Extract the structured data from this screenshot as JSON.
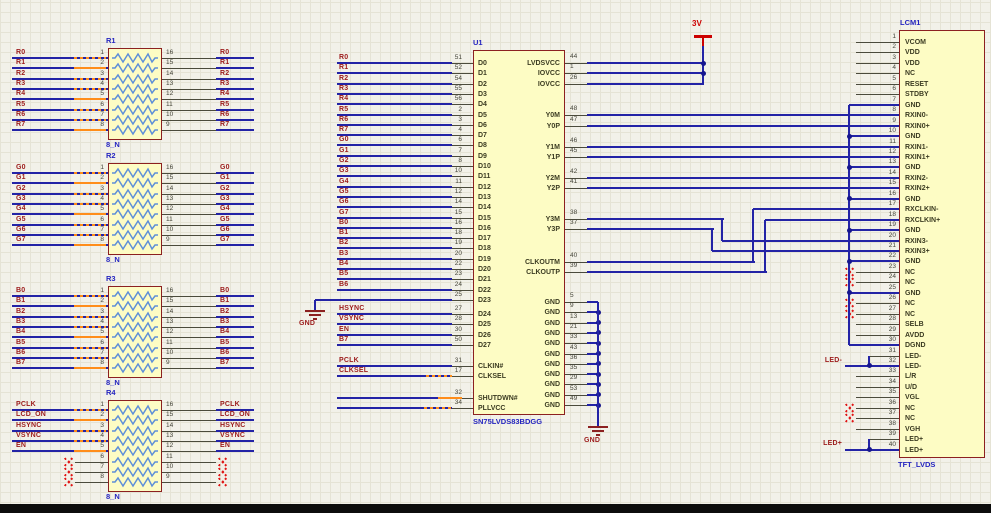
{
  "power": {
    "v3": "3V",
    "gnd": "GND"
  },
  "labels": {
    "led_minus": "LED-",
    "led_plus": "LED+"
  },
  "networks": {
    "pin_left": [
      "1",
      "2",
      "3",
      "4",
      "5",
      "6",
      "7",
      "8"
    ],
    "pin_right": [
      "16",
      "15",
      "14",
      "13",
      "12",
      "11",
      "10",
      "9"
    ],
    "items": [
      {
        "designator": "R1",
        "value": "8_N",
        "left": [
          "R0",
          "R1",
          "R2",
          "R3",
          "R4",
          "R5",
          "R6",
          "R7"
        ],
        "right": [
          "R0",
          "R1",
          "R2",
          "R3",
          "R4",
          "R5",
          "R6",
          "R7"
        ]
      },
      {
        "designator": "R2",
        "value": "8_N",
        "left": [
          "G0",
          "G1",
          "G2",
          "G3",
          "G4",
          "G5",
          "G6",
          "G7"
        ],
        "right": [
          "G0",
          "G1",
          "G2",
          "G3",
          "G4",
          "G5",
          "G6",
          "G7"
        ]
      },
      {
        "designator": "R3",
        "value": "8_N",
        "left": [
          "B0",
          "B1",
          "B2",
          "B3",
          "B4",
          "B5",
          "B6",
          "B7"
        ],
        "right": [
          "B0",
          "B1",
          "B2",
          "B3",
          "B4",
          "B5",
          "B6",
          "B7"
        ]
      },
      {
        "designator": "R4",
        "value": "8_N",
        "left": [
          "PCLK",
          "LCD_ON",
          "HSYNC",
          "VSYNC",
          "EN",
          "",
          "",
          ""
        ],
        "right": [
          "PCLK",
          "LCD_ON",
          "HSYNC",
          "VSYNC",
          "EN",
          "",
          "",
          ""
        ]
      }
    ]
  },
  "u1": {
    "designator": "U1",
    "part": "SN75LVDS83BDGG",
    "data_pins": [
      {
        "n": "51",
        "pin": "D0",
        "net": "R0"
      },
      {
        "n": "52",
        "pin": "D1",
        "net": "R1"
      },
      {
        "n": "54",
        "pin": "D2",
        "net": "R2"
      },
      {
        "n": "55",
        "pin": "D3",
        "net": "R3"
      },
      {
        "n": "56",
        "pin": "D4",
        "net": "R4"
      },
      {
        "n": "2",
        "pin": "D5",
        "net": "R5"
      },
      {
        "n": "3",
        "pin": "D6",
        "net": "R6"
      },
      {
        "n": "4",
        "pin": "D7",
        "net": "R7"
      },
      {
        "n": "6",
        "pin": "D8",
        "net": "G0"
      },
      {
        "n": "7",
        "pin": "D9",
        "net": "G1"
      },
      {
        "n": "8",
        "pin": "D10",
        "net": "G2"
      },
      {
        "n": "10",
        "pin": "D11",
        "net": "G3"
      },
      {
        "n": "11",
        "pin": "D12",
        "net": "G4"
      },
      {
        "n": "12",
        "pin": "D13",
        "net": "G5"
      },
      {
        "n": "14",
        "pin": "D14",
        "net": "G6"
      },
      {
        "n": "15",
        "pin": "D15",
        "net": "G7"
      },
      {
        "n": "16",
        "pin": "D16",
        "net": "B0"
      },
      {
        "n": "18",
        "pin": "D17",
        "net": "B1"
      },
      {
        "n": "19",
        "pin": "D18",
        "net": "B2"
      },
      {
        "n": "20",
        "pin": "D19",
        "net": "B3"
      },
      {
        "n": "22",
        "pin": "D20",
        "net": "B4"
      },
      {
        "n": "23",
        "pin": "D21",
        "net": "B5"
      },
      {
        "n": "24",
        "pin": "D22",
        "net": "B6"
      },
      {
        "n": "25",
        "pin": "D23",
        "net": ""
      },
      {
        "n": "27",
        "pin": "D24",
        "net": "HSYNC"
      },
      {
        "n": "28",
        "pin": "D25",
        "net": "VSYNC"
      },
      {
        "n": "30",
        "pin": "D26",
        "net": "EN"
      },
      {
        "n": "50",
        "pin": "D27",
        "net": "B7"
      }
    ],
    "ctrl_pins": [
      {
        "n": "31",
        "pin": "CLKIN#",
        "net": "PCLK"
      },
      {
        "n": "17",
        "pin": "CLKSEL",
        "net": "CLKSEL"
      },
      {
        "n": "32",
        "pin": "SHUTDWN#",
        "net": ""
      },
      {
        "n": "34",
        "pin": "PLLVCC",
        "net": ""
      }
    ],
    "pwr_pins": [
      {
        "n": "44",
        "pin": "LVDSVCC"
      },
      {
        "n": "1",
        "pin": "IOVCC"
      },
      {
        "n": "26",
        "pin": "IOVCC"
      }
    ],
    "out_pins": [
      {
        "n": "48",
        "pin": "Y0M"
      },
      {
        "n": "47",
        "pin": "Y0P"
      },
      {
        "n": "46",
        "pin": "Y1M"
      },
      {
        "n": "45",
        "pin": "Y1P"
      },
      {
        "n": "42",
        "pin": "Y2M"
      },
      {
        "n": "41",
        "pin": "Y2P"
      },
      {
        "n": "38",
        "pin": "Y3M"
      },
      {
        "n": "37",
        "pin": "Y3P"
      },
      {
        "n": "40",
        "pin": "CLKOUTM"
      },
      {
        "n": "39",
        "pin": "CLKOUTP"
      }
    ],
    "gnd_pins": [
      {
        "n": "5",
        "pin": "GND"
      },
      {
        "n": "9",
        "pin": "GND"
      },
      {
        "n": "13",
        "pin": "GND"
      },
      {
        "n": "21",
        "pin": "GND"
      },
      {
        "n": "33",
        "pin": "GND"
      },
      {
        "n": "43",
        "pin": "GND"
      },
      {
        "n": "36",
        "pin": "GND"
      },
      {
        "n": "35",
        "pin": "GND"
      },
      {
        "n": "29",
        "pin": "GND"
      },
      {
        "n": "53",
        "pin": "GND"
      },
      {
        "n": "49",
        "pin": "GND"
      }
    ]
  },
  "connector": {
    "designator": "LCM1",
    "part": "TFT_LVDS",
    "pins": [
      {
        "n": "1",
        "name": "VCOM"
      },
      {
        "n": "2",
        "name": "VDD"
      },
      {
        "n": "3",
        "name": "VDD"
      },
      {
        "n": "4",
        "name": "NC"
      },
      {
        "n": "5",
        "name": "RESET"
      },
      {
        "n": "6",
        "name": "STDBY"
      },
      {
        "n": "7",
        "name": "GND"
      },
      {
        "n": "8",
        "name": "RXIN0-"
      },
      {
        "n": "9",
        "name": "RXIN0+"
      },
      {
        "n": "10",
        "name": "GND"
      },
      {
        "n": "11",
        "name": "RXIN1-"
      },
      {
        "n": "12",
        "name": "RXIN1+"
      },
      {
        "n": "13",
        "name": "GND"
      },
      {
        "n": "14",
        "name": "RXIN2-"
      },
      {
        "n": "15",
        "name": "RXIN2+"
      },
      {
        "n": "16",
        "name": "GND"
      },
      {
        "n": "17",
        "name": "RXCLKIN-"
      },
      {
        "n": "18",
        "name": "RXCLKIN+"
      },
      {
        "n": "19",
        "name": "GND"
      },
      {
        "n": "20",
        "name": "RXIN3-"
      },
      {
        "n": "21",
        "name": "RXIN3+"
      },
      {
        "n": "22",
        "name": "GND"
      },
      {
        "n": "23",
        "name": "NC"
      },
      {
        "n": "24",
        "name": "NC"
      },
      {
        "n": "25",
        "name": "GND"
      },
      {
        "n": "26",
        "name": "NC"
      },
      {
        "n": "27",
        "name": "NC"
      },
      {
        "n": "28",
        "name": "SELB"
      },
      {
        "n": "29",
        "name": "AVDD"
      },
      {
        "n": "30",
        "name": "DGND"
      },
      {
        "n": "31",
        "name": "LED-"
      },
      {
        "n": "32",
        "name": "LED-"
      },
      {
        "n": "33",
        "name": "L/R"
      },
      {
        "n": "34",
        "name": "U/D"
      },
      {
        "n": "35",
        "name": "VGL"
      },
      {
        "n": "36",
        "name": "NC"
      },
      {
        "n": "37",
        "name": "NC"
      },
      {
        "n": "38",
        "name": "VGH"
      },
      {
        "n": "39",
        "name": "LED+"
      },
      {
        "n": "40",
        "name": "LED+"
      }
    ]
  },
  "colors": {
    "wire": "#2323a6",
    "net_label": "#9c1b1b",
    "body_fill": "#fdfcc4",
    "body_border": "#8c2020",
    "designator_blue": "#2525c0",
    "power_red": "#cc0000",
    "highlight_orange": "#ff8d1a"
  }
}
